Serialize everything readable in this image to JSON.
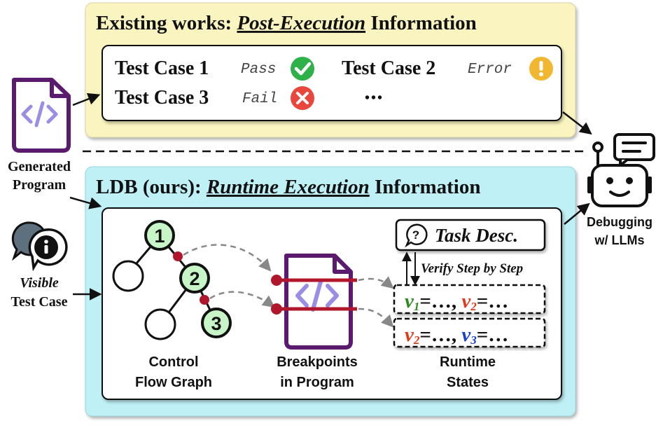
{
  "top_panel": {
    "title_prefix": "Existing works: ",
    "title_emph": "Post-Execution",
    "title_suffix": " Information",
    "fill": "#faf5c0",
    "cases": [
      {
        "label": "Test Case 1",
        "status": "Pass",
        "icon": "check-circle-icon",
        "color": "#2fb14a"
      },
      {
        "label": "Test Case 2",
        "status": "Error",
        "icon": "exclamation-circle-icon",
        "color": "#f2b731"
      },
      {
        "label": "Test Case 3",
        "status": "Fail",
        "icon": "x-circle-icon",
        "color": "#e9473d"
      }
    ],
    "ellipsis": "•••"
  },
  "bottom_panel": {
    "title_prefix": "LDB (ours): ",
    "title_emph": "Runtime Execution",
    "title_suffix": " Information",
    "fill": "#bff0f5",
    "cfg_nodes": [
      "1",
      "2",
      "3"
    ],
    "cfg_node_color": "#c8f5c8",
    "breakpoint_color": "#b0172c",
    "task_desc": "Task Desc.",
    "verify_label": "Verify Step by Step",
    "state_rows": [
      [
        {
          "name": "v",
          "sub": "1",
          "color": "#2e8b22"
        },
        {
          "name": "v",
          "sub": "2",
          "color": "#e03a1e"
        }
      ],
      [
        {
          "name": "v",
          "sub": "2",
          "color": "#e03a1e"
        },
        {
          "name": "v",
          "sub": "3",
          "color": "#1b3fcf"
        }
      ]
    ],
    "labels": {
      "cfg": [
        "Control",
        "Flow Graph"
      ],
      "breakpoints": [
        "Breakpoints",
        "in Program"
      ],
      "runtime": [
        "Runtime",
        "States"
      ]
    }
  },
  "left": {
    "program_label": [
      "Generated",
      "Program"
    ],
    "test_label_italic": "Visible",
    "test_label": "Test Case",
    "program_color": "#5a1a6e",
    "code_color": "#9b8ce6"
  },
  "right": {
    "label": [
      "Debugging",
      "w/ LLMs"
    ]
  }
}
